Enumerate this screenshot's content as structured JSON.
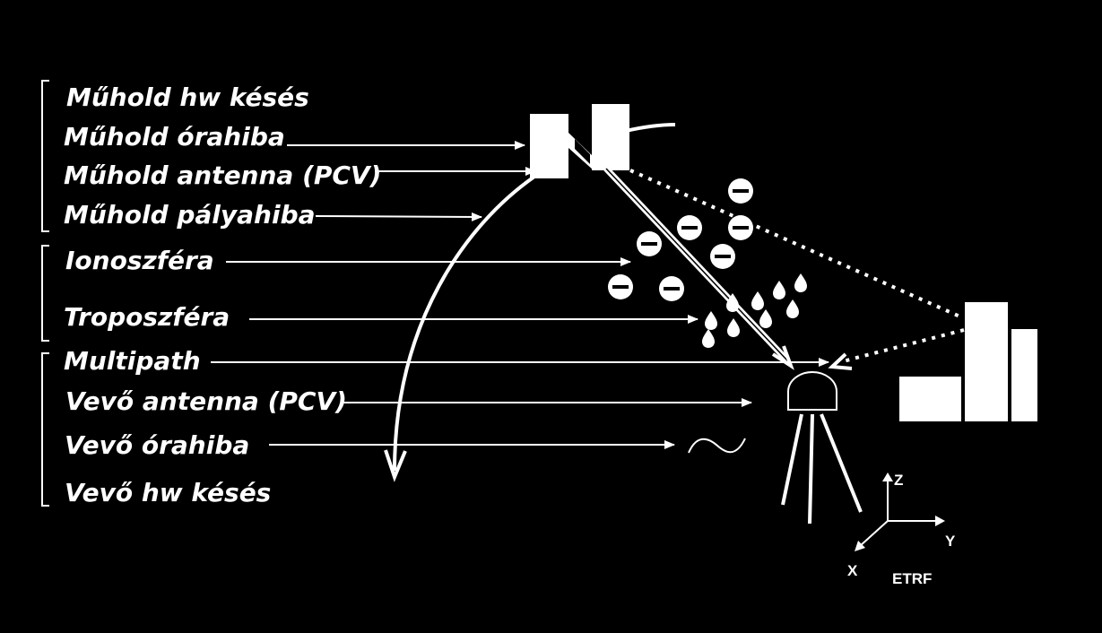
{
  "colors": {
    "background": "#000000",
    "foreground": "#ffffff"
  },
  "labels": {
    "satellite_hw_delay": "Műhold hw késés",
    "satellite_clock_error": "Műhold órahiba",
    "satellite_antenna_pcv": "Műhold antenna (PCV)",
    "satellite_orbit_error": "Műhold pályahiba",
    "ionosphere": "Ionoszféra",
    "troposphere": "Troposzféra",
    "multipath": "Multipath",
    "receiver_antenna_pcv": "Vevő antenna (PCV)",
    "receiver_clock_error": "Vevő órahiba",
    "receiver_hw_delay": "Vevő hw késés"
  },
  "axes": {
    "z": "Z",
    "y": "Y",
    "x": "X",
    "frame": "ETRF"
  },
  "icons": [
    "satellite-icon",
    "electron-icon",
    "water-drop-icon",
    "gnss-antenna-icon",
    "tripod-icon",
    "buildings-icon",
    "clock-wave-icon"
  ]
}
